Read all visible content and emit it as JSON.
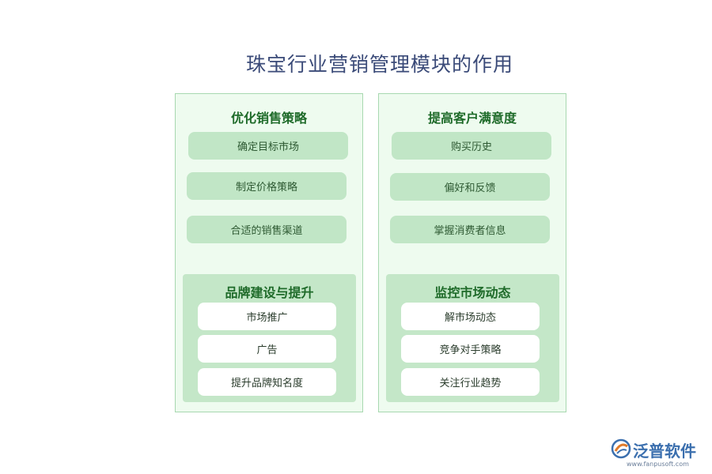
{
  "title": "珠宝行业营销管理模块的作用",
  "left_panel": {
    "heading": "优化销售策略",
    "items": [
      "确定目标市场",
      "制定价格策略",
      "合适的销售渠道"
    ],
    "sub_section": {
      "heading": "品牌建设与提升",
      "items": [
        "市场推广",
        "广告",
        "提升品牌知名度"
      ]
    }
  },
  "right_panel": {
    "heading": "提高客户满意度",
    "items": [
      "购买历史",
      "偏好和反馈",
      "掌握消费者信息"
    ],
    "sub_section": {
      "heading": "监控市场动态",
      "items": [
        "解市场动态",
        "竞争对手策略",
        "关注行业趋势"
      ]
    }
  },
  "logo": {
    "name": "泛普软件",
    "url": "www.fanpusoft.com"
  },
  "colors": {
    "panel_bg": "#eefbef",
    "panel_border": "#a8d8b0",
    "pill_bg": "#c1e6c6",
    "heading": "#1f6b2a",
    "title": "#3a4a78",
    "logo": "#3b6fae"
  }
}
